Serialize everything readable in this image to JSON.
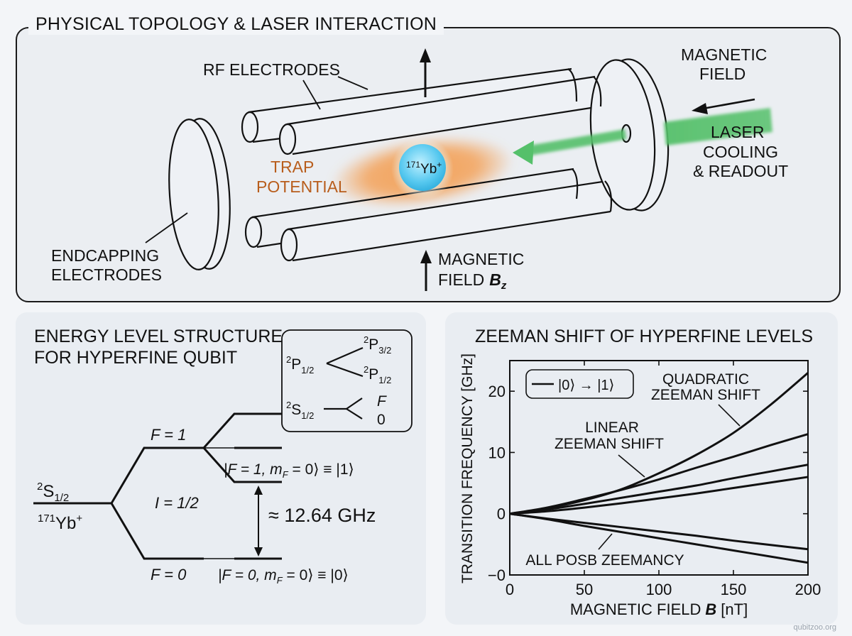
{
  "top": {
    "title": "PHYSICAL TOPOLOGY & LASER INTERACTION",
    "rf_label": "RF ELECTRODES",
    "endcap_label": [
      "ENDCAPPING",
      "ELECTRODES"
    ],
    "trap_label": [
      "TRAP",
      "POTENTIAL"
    ],
    "ion_mass": "171",
    "ion_symbol": "Yb",
    "ion_charge": "+",
    "magnetic_field_top": [
      "MAGNETIC",
      "FIELD"
    ],
    "laser_label": [
      "LASER",
      "COOLING",
      "& READOUT"
    ],
    "magnetic_field_bottom": [
      "MAGNETIC",
      "FIELD"
    ],
    "bz_symbol": "B",
    "bz_sub": "z",
    "colors": {
      "trap": "#f3a25a",
      "ion": "#56c8ef",
      "laser": "#55c06a",
      "trap_text": "#b85d1c"
    }
  },
  "energy": {
    "title": [
      "ENERGY LEVEL STRUCTURE",
      "FOR HYPERFINE QUBIT"
    ],
    "inset": {
      "p12_left": {
        "sup": "2",
        "base": "P",
        "sub": "1/2"
      },
      "p32": {
        "sup": "2",
        "base": "P",
        "sub": "3/2"
      },
      "p12_right": {
        "sup": "2",
        "base": "P",
        "sub": "1/2"
      },
      "s12": {
        "sup": "2",
        "base": "S",
        "sub": "1/2"
      },
      "branch_f": "F",
      "branch_0": "0"
    },
    "ground": {
      "sup": "2",
      "base": "S",
      "sub": "1/2"
    },
    "isotope": {
      "mass": "171",
      "symbol": "Yb",
      "charge": "+"
    },
    "nuclear_spin": "I = 1/2",
    "f1_label": "F = 1",
    "f0_label": "F = 0",
    "state1": "|F = 1, m",
    "state1_sub": "F",
    "state1_end": " = 0⟩ ≡ |1⟩",
    "state0": "|F = 0, m",
    "state0_sub": "F",
    "state0_end": " = 0⟩ ≡ |0⟩",
    "splitting": "≈ 12.64 GHz"
  },
  "chart_data": {
    "type": "line",
    "title": "ZEEMAN SHIFT OF HYPERFINE LEVELS",
    "xlabel": "MAGNETIC FIELD",
    "xlabel_symbol": "B",
    "xlabel_unit": "[nT]",
    "ylabel": "TRANSITION FREQUENCY [GHz]",
    "xlim": [
      0,
      200
    ],
    "ylim": [
      -10,
      25
    ],
    "x_ticks": [
      0,
      50,
      100,
      150,
      200
    ],
    "x_tick_labels": [
      "0",
      "50",
      "100",
      "150",
      "200"
    ],
    "y_ticks": [
      -10,
      0,
      10,
      20
    ],
    "y_tick_labels": [
      "−0",
      "0",
      "10",
      "20"
    ],
    "legend": {
      "entry": "|0⟩ → |1⟩",
      "position": "top-left"
    },
    "annotations": [
      {
        "text": [
          "QUADRATIC",
          "ZEEMAN SHIFT"
        ],
        "points_to": "series-1"
      },
      {
        "text": [
          "LINEAR",
          "ZEEMAN SHIFT"
        ],
        "points_to": "series-2"
      },
      {
        "text": [
          "ALL POSB ZEEMANCY"
        ],
        "points_to": "series-6"
      }
    ],
    "x": [
      0,
      25,
      50,
      75,
      100,
      125,
      150,
      175,
      200
    ],
    "series": [
      {
        "name": "series-1",
        "values": [
          0,
          0.9,
          2.2,
          4.0,
          6.6,
          9.6,
          13.2,
          17.8,
          23.0
        ]
      },
      {
        "name": "series-2",
        "values": [
          0,
          1.0,
          2.4,
          3.9,
          5.6,
          7.5,
          9.3,
          11.2,
          13.0
        ]
      },
      {
        "name": "series-3",
        "values": [
          0,
          0.7,
          1.6,
          2.6,
          3.6,
          4.6,
          5.8,
          6.9,
          8.0
        ]
      },
      {
        "name": "series-4",
        "values": [
          0,
          0.4,
          1.0,
          1.7,
          2.5,
          3.3,
          4.2,
          5.1,
          6.0
        ]
      },
      {
        "name": "series-5",
        "values": [
          0,
          -0.8,
          -1.5,
          -2.2,
          -2.9,
          -3.6,
          -4.4,
          -5.1,
          -5.8
        ]
      },
      {
        "name": "series-6",
        "values": [
          0,
          -0.9,
          -2.0,
          -3.0,
          -4.0,
          -5.0,
          -6.0,
          -7.0,
          -8.0
        ]
      }
    ]
  },
  "watermark": "qubitzoo.org"
}
